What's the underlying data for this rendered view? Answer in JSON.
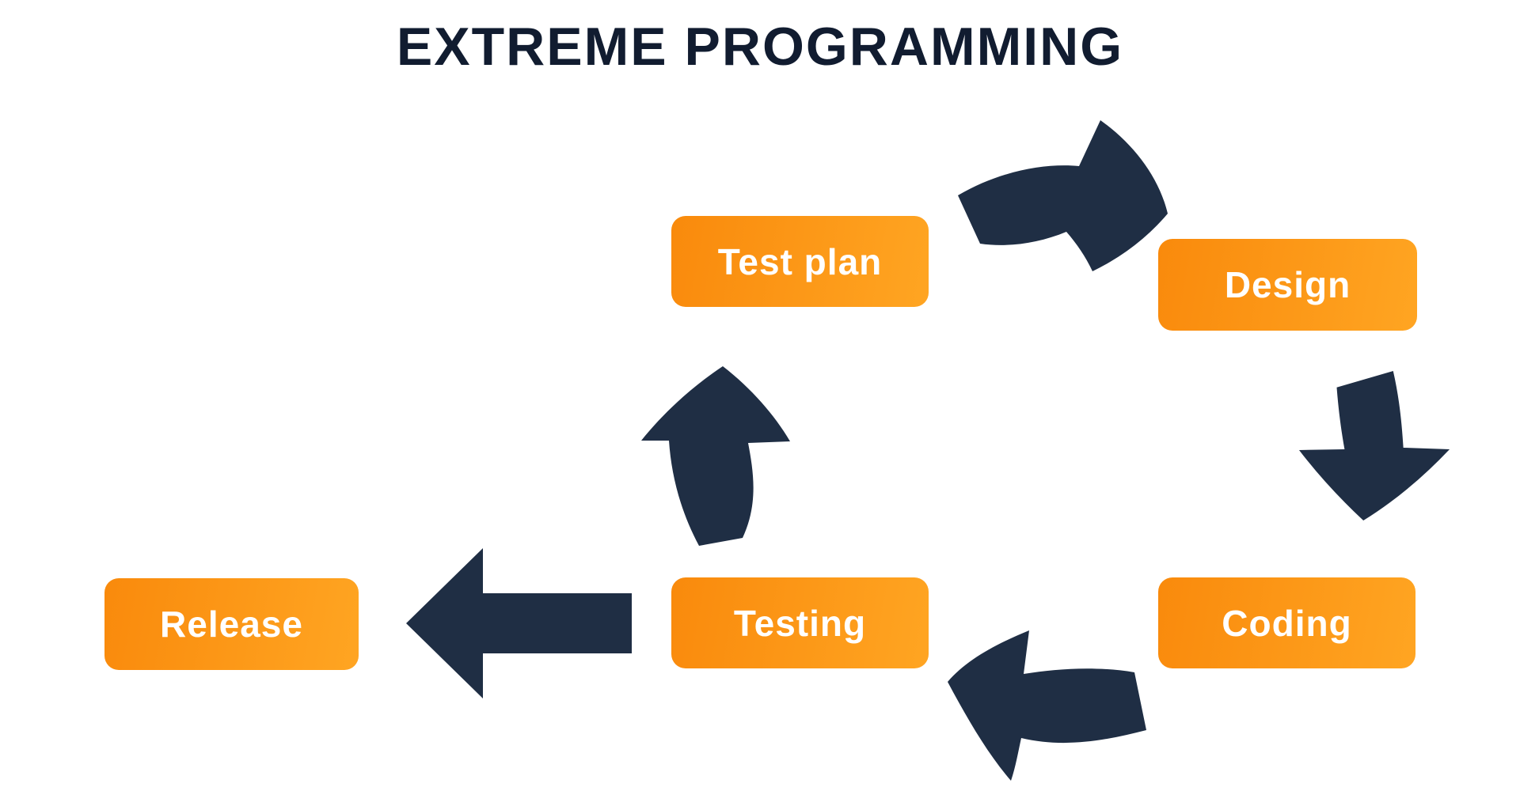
{
  "title": "EXTREME PROGRAMMING",
  "colors": {
    "background": "#FFFFFF",
    "title_text": "#111C30",
    "navy": "#1F2E44",
    "orange_from": "#F98A0C",
    "orange_to": "#FFA522",
    "node_text": "#FFFFFF"
  },
  "diagram": {
    "type": "cycle",
    "nodes": [
      {
        "id": "test-plan",
        "label": "Test plan"
      },
      {
        "id": "design",
        "label": "Design"
      },
      {
        "id": "coding",
        "label": "Coding"
      },
      {
        "id": "testing",
        "label": "Testing"
      },
      {
        "id": "release",
        "label": "Release"
      }
    ],
    "arrows": [
      {
        "id": "arrow-testplan-to-design",
        "from": "Test plan",
        "to": "Design",
        "style": "curved",
        "direction": "up-right"
      },
      {
        "id": "arrow-design-to-coding",
        "from": "Design",
        "to": "Coding",
        "style": "curved",
        "direction": "down"
      },
      {
        "id": "arrow-coding-to-testing",
        "from": "Coding",
        "to": "Testing",
        "style": "curved",
        "direction": "left"
      },
      {
        "id": "arrow-testing-to-release",
        "from": "Testing",
        "to": "Release",
        "style": "straight",
        "direction": "left"
      },
      {
        "id": "arrow-testing-to-testplan",
        "from": "Testing",
        "to": "Test plan",
        "style": "curved",
        "direction": "up"
      }
    ]
  }
}
